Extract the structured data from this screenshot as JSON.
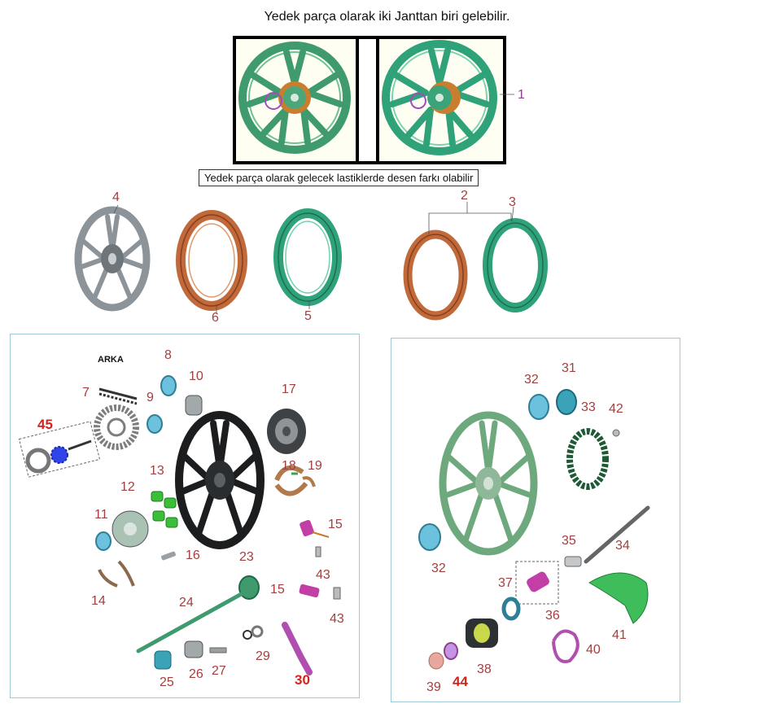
{
  "header": {
    "note": "Yedek parça olarak iki Janttan biri gelebilir."
  },
  "tire_note": "Yedek parça olarak gelecek lastiklerde desen farkı olabilir",
  "rear_panel": {
    "title": "ARKA"
  },
  "callouts": {
    "n1": "1",
    "n2": "2",
    "n3": "3",
    "n4": "4",
    "n5": "5",
    "n6": "6",
    "n7": "7",
    "n8": "8",
    "n9": "9",
    "n10": "10",
    "n11": "11",
    "n12": "12",
    "n13": "13",
    "n14": "14",
    "n15a": "15",
    "n15b": "15",
    "n16": "16",
    "n17": "17",
    "n18": "18",
    "n19": "19",
    "n23": "23",
    "n24": "24",
    "n25": "25",
    "n26": "26",
    "n27": "27",
    "n29": "29",
    "n30": "30",
    "n31": "31",
    "n32a": "32",
    "n32b": "32",
    "n33": "33",
    "n34": "34",
    "n35": "35",
    "n36": "36",
    "n37": "37",
    "n38": "38",
    "n39": "39",
    "n40": "40",
    "n41": "41",
    "n42": "42",
    "n43a": "43",
    "n43b": "43",
    "n44": "44",
    "n45": "45"
  },
  "colors": {
    "wheel_green": "#3f9a6e",
    "tire_copper": "#c0693a",
    "tire_green": "#2fa27a",
    "wheel_grey": "#8c949a",
    "wheel_black": "#1b1d1f",
    "part_teal": "#3aa3b8",
    "part_green": "#3bbf3b",
    "part_purple": "#b14fb0",
    "part_magenta": "#c23fa6",
    "callout_red": "#d0241c",
    "callout_brown": "#a04040"
  }
}
